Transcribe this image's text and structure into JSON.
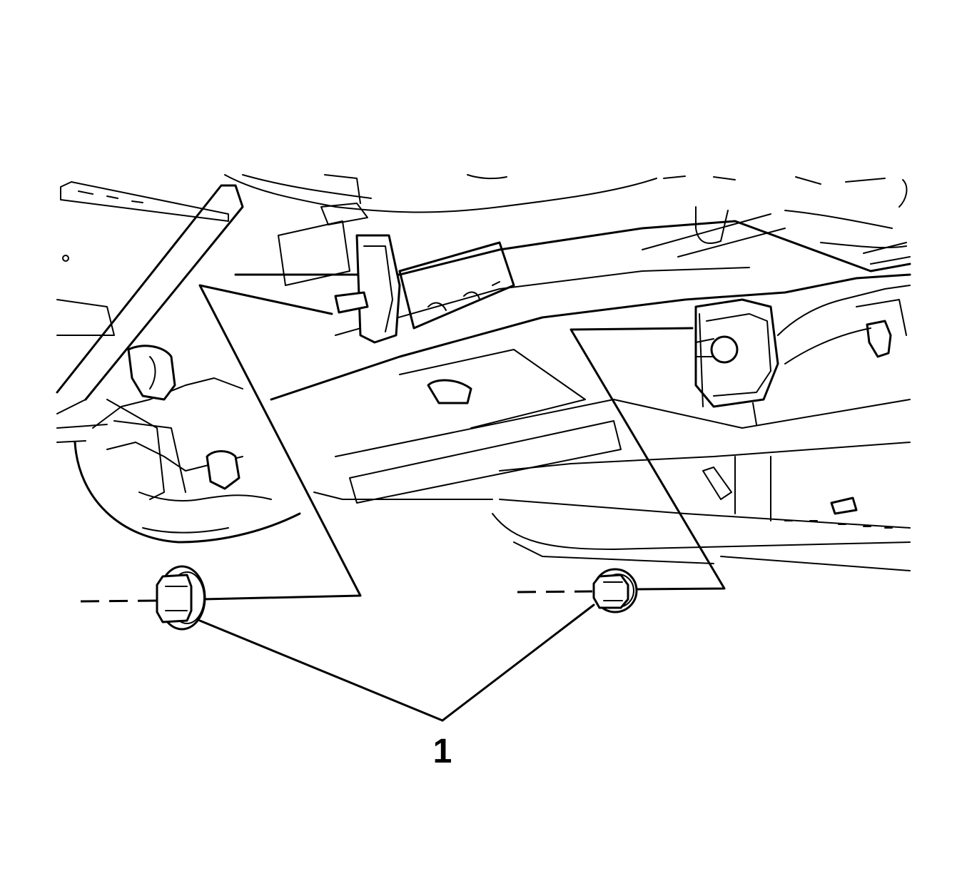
{
  "callouts": [
    {
      "label": "1",
      "refers_to": [
        "left-nut",
        "right-nut"
      ]
    }
  ]
}
